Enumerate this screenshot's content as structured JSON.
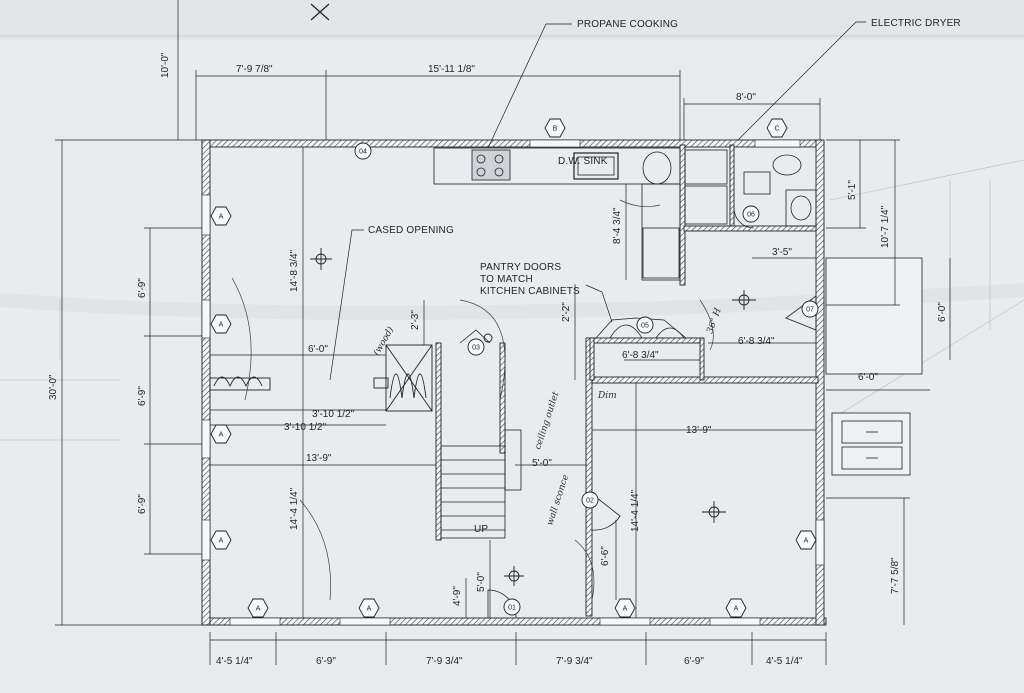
{
  "callouts": {
    "propane": "PROPANE COOKING",
    "dryer": "ELECTRIC DRYER",
    "cased_opening": "CASED OPENING",
    "pantry_1": "PANTRY DOORS",
    "pantry_2": "TO MATCH",
    "pantry_3": "KITCHEN CABINETS",
    "dw_sink": "D.W. SINK",
    "up": "UP"
  },
  "dimensions": {
    "top_height": "10'-0\"",
    "top_left_width": "7'-9 7/8\"",
    "top_mid_width": "15'-11 1/8\"",
    "laundry_width": "8'-0\"",
    "overall_height": "30'-0\"",
    "left_seg_1": "6'-9\"",
    "left_seg_2": "6'-9\"",
    "left_seg_3": "6'-9\"",
    "living_depth_upper": "14'-8 3/4\"",
    "living_depth_lower": "14'-4 1/4\"",
    "hall_width": "6'-0\"",
    "hall_offset_1": "3'-10 1/2\"",
    "hall_offset_2": "3'-10 1/2\"",
    "stair_gap": "2'-3\"",
    "living_width": "13'-9\"",
    "kitchen_depth": "8'-4 3/4\"",
    "pantry_gap": "2'-2\"",
    "pantry_width": "6'-8 3/4\"",
    "bath_width": "3'-5\"",
    "right_upper": "5'-1\"",
    "right_overall": "10'-7 1/4\"",
    "porch_width": "6'-0\"",
    "closet_width": "6'-8 3/4\"",
    "right_porch": "6'-0\"",
    "bedroom_width": "13'-9\"",
    "bedroom_depth": "14'-4 1/4\"",
    "stair_landing": "5'-0\"",
    "hall_lower": "5'-0\"",
    "hall_bottom": "4'-9\"",
    "closet_door": "6'-6\"",
    "right_lower": "7'-7 5/8\"",
    "bottom_1": "4'-5 1/4\"",
    "bottom_2": "6'-9\"",
    "bottom_3": "7'-9 3/4\"",
    "bottom_4": "7'-9 3/4\"",
    "bottom_5": "6'-9\"",
    "bottom_6": "4'-5 1/4\""
  },
  "window_tags": {
    "a": "A",
    "b": "B",
    "c": "C"
  },
  "door_tags": {
    "d01": "01",
    "d02": "02",
    "d03": "03",
    "d04": "04",
    "d05": "05",
    "d06": "06",
    "d07": "07"
  },
  "handwritten": {
    "wall_sconce": "wall sconce",
    "ceiling_outlet": "ceiling outlet",
    "wood": "(wood)",
    "dim": "Dim",
    "note_36": "36\" H"
  },
  "colors": {
    "paper": "#e9ebed",
    "ink": "#1f2226",
    "wall_hatch": "#3a3e44"
  }
}
